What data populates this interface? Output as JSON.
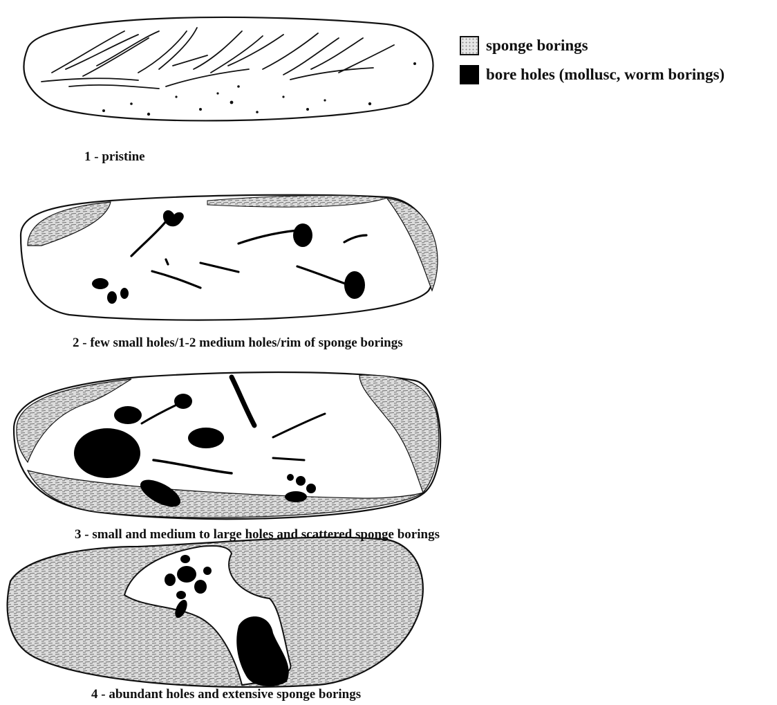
{
  "legend": {
    "sponge_label": "sponge borings",
    "bore_label": "bore holes (mollusc, worm borings)"
  },
  "captions": {
    "stage1": "1 - pristine",
    "stage2": "2 - few small holes/1-2 medium holes/rim of sponge borings",
    "stage3": "3 - small and medium to large holes and scattered sponge borings",
    "stage4": "4 - abundant holes and extensive sponge borings"
  },
  "colors": {
    "ink": "#111111",
    "sponge_fill": "#d4d4d4",
    "bore_fill": "#000000"
  }
}
